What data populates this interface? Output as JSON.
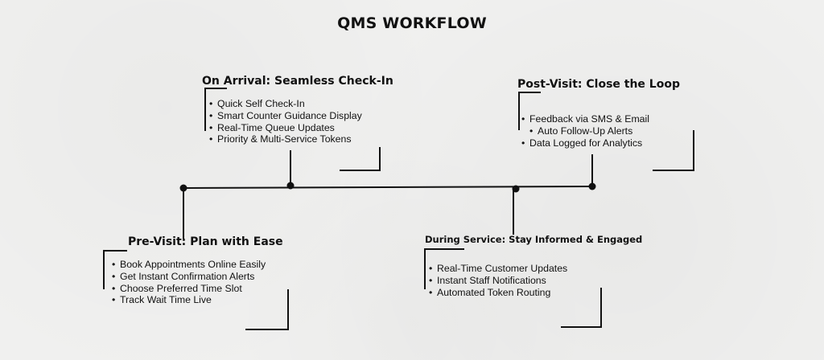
{
  "title": "QMS WORKFLOW",
  "stages": {
    "pre_visit": {
      "title": "Pre-Visit: Plan with Ease",
      "items": [
        "Book Appointments Online Easily",
        "Get Instant Confirmation Alerts",
        "Choose Preferred Time Slot",
        "Track Wait Time Live"
      ]
    },
    "on_arrival": {
      "title": "On Arrival: Seamless Check-In",
      "items": [
        "Quick Self Check-In",
        "Smart Counter Guidance Display",
        "Real-Time Queue Updates",
        "Priority & Multi-Service Tokens"
      ]
    },
    "during_service": {
      "title": "During Service: Stay Informed & Engaged",
      "items": [
        "Real-Time Customer Updates",
        "Instant Staff Notifications",
        "Automated Token Routing"
      ]
    },
    "post_visit": {
      "title": "Post-Visit: Close the Loop",
      "items": [
        "Feedback via SMS & Email",
        "Auto Follow-Up Alerts",
        "Data Logged for Analytics"
      ]
    }
  },
  "colors": {
    "ink": "#111111",
    "background": "#f0f0ef"
  }
}
